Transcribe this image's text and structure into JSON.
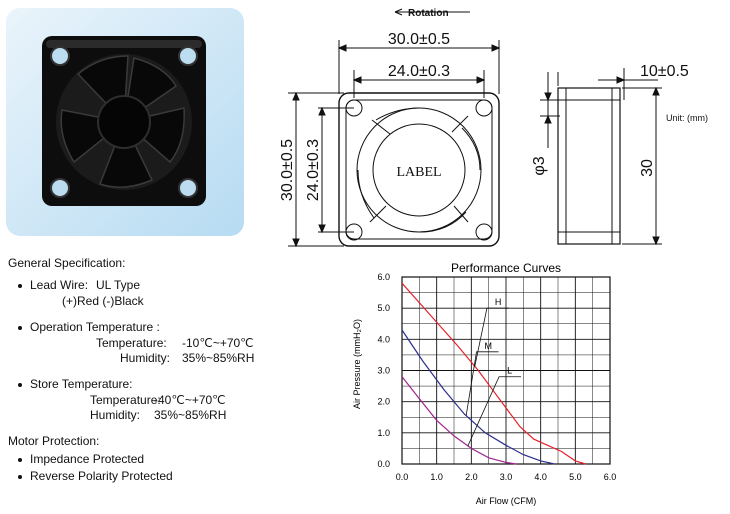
{
  "product_photo": {
    "background_gradient": [
      "#eaf4fb",
      "#b6dbf2"
    ]
  },
  "drawing": {
    "rotation_label": "Rotation",
    "dim_front_width_outer": "30.0±0.5",
    "dim_front_width_inner": "24.0±0.3",
    "dim_front_height_outer": "30.0±0.5",
    "dim_front_height_inner": "24.0±0.3",
    "label_text": "LABEL",
    "dim_side_depth": "10±0.5",
    "dim_hole": "φ3",
    "dim_side_height": "30",
    "unit_note": "Unit: (mm)"
  },
  "specs": {
    "general_title": "General Specification:",
    "lead_wire_label": "Lead Wire:",
    "lead_wire_value": "UL Type",
    "lead_wire_colors": "(+)Red  (-)Black",
    "op_temp_title": "Operation Temperature :",
    "op_temp_label": "Temperature:",
    "op_temp_value": "-10℃~+70℃",
    "op_humidity_label": "Humidity:",
    "op_humidity_value": "35%~85%RH",
    "store_temp_title": "Store Temperature:",
    "store_temp_label": "Temperature:",
    "store_temp_value": "-40℃~+70℃",
    "store_humidity_label": "Humidity:",
    "store_humidity_value": "35%~85%RH",
    "motor_title": "Motor Protection:",
    "motor_items": [
      "Impedance Protected",
      "Reverse Polarity Protected"
    ]
  },
  "chart_data": {
    "type": "line",
    "title": "Performance  Curves",
    "xlabel": "Air Flow (CFM)",
    "ylabel": "Air Pressure (mmH₂O)",
    "xlim": [
      0,
      6
    ],
    "ylim": [
      0,
      6
    ],
    "x_ticks": [
      "0.0",
      "1.0",
      "2.0",
      "3.0",
      "4.0",
      "5.0",
      "6.0"
    ],
    "y_ticks": [
      "0.0",
      "1.0",
      "2.0",
      "3.0",
      "4.0",
      "5.0",
      "6.0"
    ],
    "grid": true,
    "series": [
      {
        "name": "H",
        "color": "#e8202a",
        "x": [
          0.0,
          0.8,
          1.6,
          2.2,
          2.6,
          3.0,
          3.4,
          3.8,
          4.2,
          4.6,
          5.0,
          5.3
        ],
        "y": [
          5.8,
          4.8,
          3.8,
          3.0,
          2.4,
          1.8,
          1.2,
          0.8,
          0.6,
          0.4,
          0.1,
          0.0
        ]
      },
      {
        "name": "M",
        "color": "#2b2e8c",
        "x": [
          0.0,
          0.6,
          1.2,
          1.8,
          2.4,
          3.0,
          3.5,
          4.0,
          4.4
        ],
        "y": [
          4.3,
          3.3,
          2.4,
          1.6,
          1.0,
          0.6,
          0.3,
          0.1,
          0.0
        ]
      },
      {
        "name": "L",
        "color": "#a0258f",
        "x": [
          0.0,
          0.5,
          1.0,
          1.5,
          2.0,
          2.5,
          3.0,
          3.3
        ],
        "y": [
          2.8,
          2.1,
          1.4,
          0.9,
          0.5,
          0.2,
          0.05,
          0.0
        ]
      }
    ]
  }
}
